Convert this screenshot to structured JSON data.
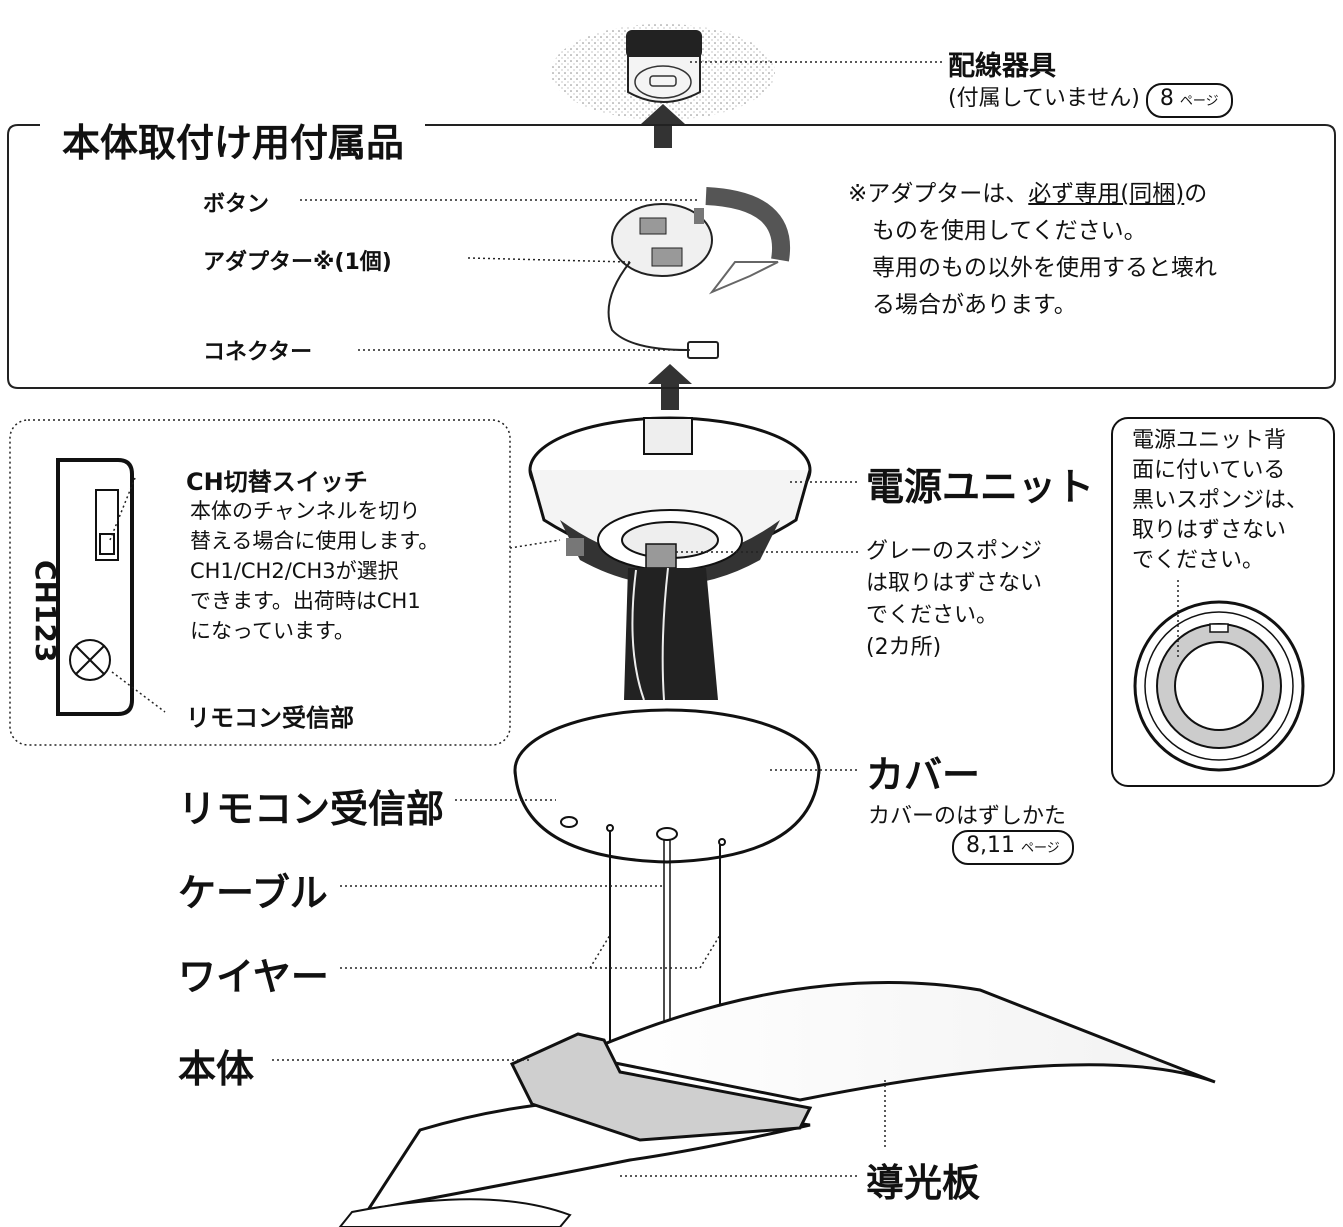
{
  "wiring": {
    "title": "配線器具",
    "note": "(付属していません)",
    "page_ref": "8",
    "page_unit": "ページ"
  },
  "accessory_box": {
    "title": "本体取付け用付属品",
    "button_label": "ボタン",
    "adapter_label": "アダプター※(1個)",
    "connector_label": "コネクター",
    "note_lines": [
      "※アダプターは、必ず専用(同梱)の",
      "ものを使用してください。",
      "専用のもの以外を使用すると壊れ",
      "る場合があります。"
    ],
    "note_prefix": "※アダプターは、",
    "note_underlined": "必ず専用(同梱)",
    "note_suffix": "の"
  },
  "ch_box": {
    "switch_title": "CH切替スイッチ",
    "switch_desc": "本体のチャンネルを切り替える場合に使用します。CH1/CH2/CH3が選択できます。出荷時はCH1になっています。",
    "desc_lines": [
      "本体のチャンネルを切り",
      "替える場合に使用します。",
      "CH1/CH2/CH3が選択",
      "できます。出荷時はCH1",
      "になっています。"
    ],
    "ch_text": "CH123",
    "receiver_label": "リモコン受信部"
  },
  "power_unit": {
    "label": "電源ユニット",
    "sponge_note_lines": [
      "グレーのスポンジ",
      "は取りはずさない",
      "でください。",
      "(2カ所)"
    ]
  },
  "side_box": {
    "note_lines": [
      "電源ユニット背",
      "面に付いている",
      "黒いスポンジは、",
      "取りはずさない",
      "でください。"
    ]
  },
  "cover": {
    "label": "カバー",
    "note": "カバーのはずしかた",
    "page_ref": "8,11",
    "page_unit": "ページ"
  },
  "labels": {
    "remote_receiver": "リモコン受信部",
    "cable": "ケーブル",
    "wire": "ワイヤー",
    "body": "本体",
    "light_guide": "導光板"
  }
}
